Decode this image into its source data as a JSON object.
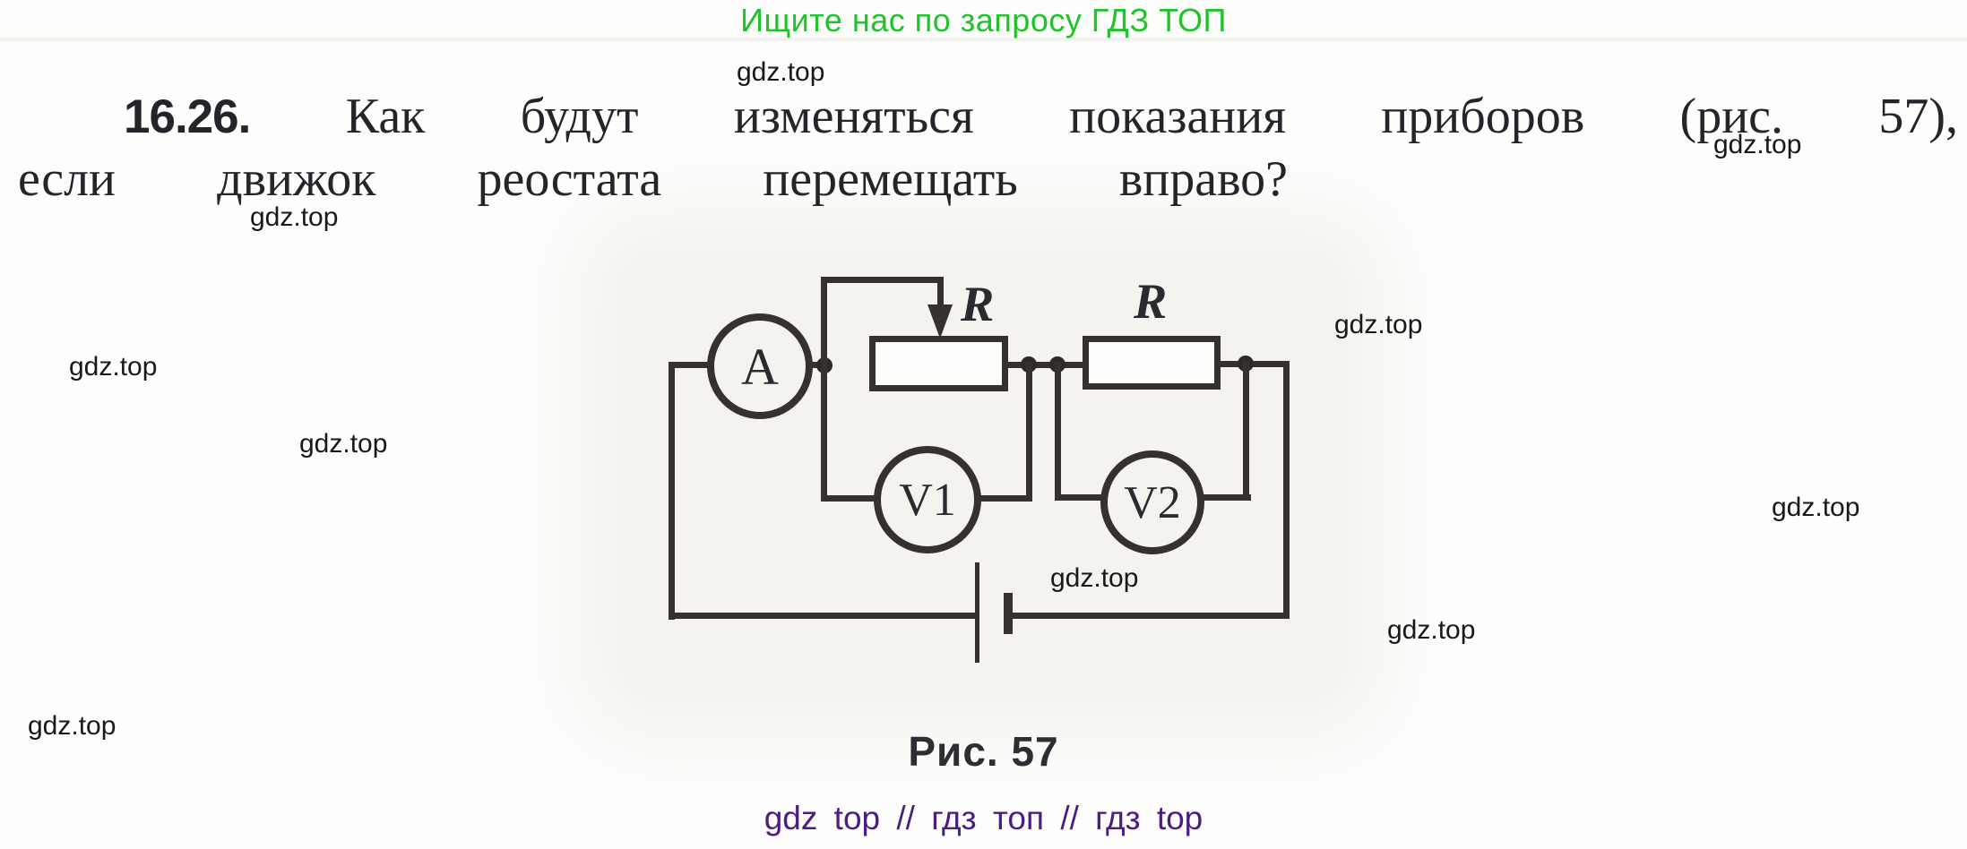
{
  "promo": {
    "text": "Ищите нас по запросу ГДЗ ТОП",
    "color": "#1fc32a"
  },
  "problem": {
    "number": "16.26.",
    "line1": "Как будут изменяться показания приборов (рис. 57),",
    "line2": "если движок реостата перемещать вправо?"
  },
  "watermark": {
    "text": "gdz.top"
  },
  "figure": {
    "caption": "Рис. 57",
    "ammeter_label": "A",
    "voltmeter1_label": "V1",
    "voltmeter2_label": "V2",
    "rheostat_label": "R",
    "resistor_label": "R",
    "line_color": "#35312c"
  },
  "footer": {
    "text": "gdz top // гдз топ // гдз top",
    "color": "#4b1c86"
  }
}
